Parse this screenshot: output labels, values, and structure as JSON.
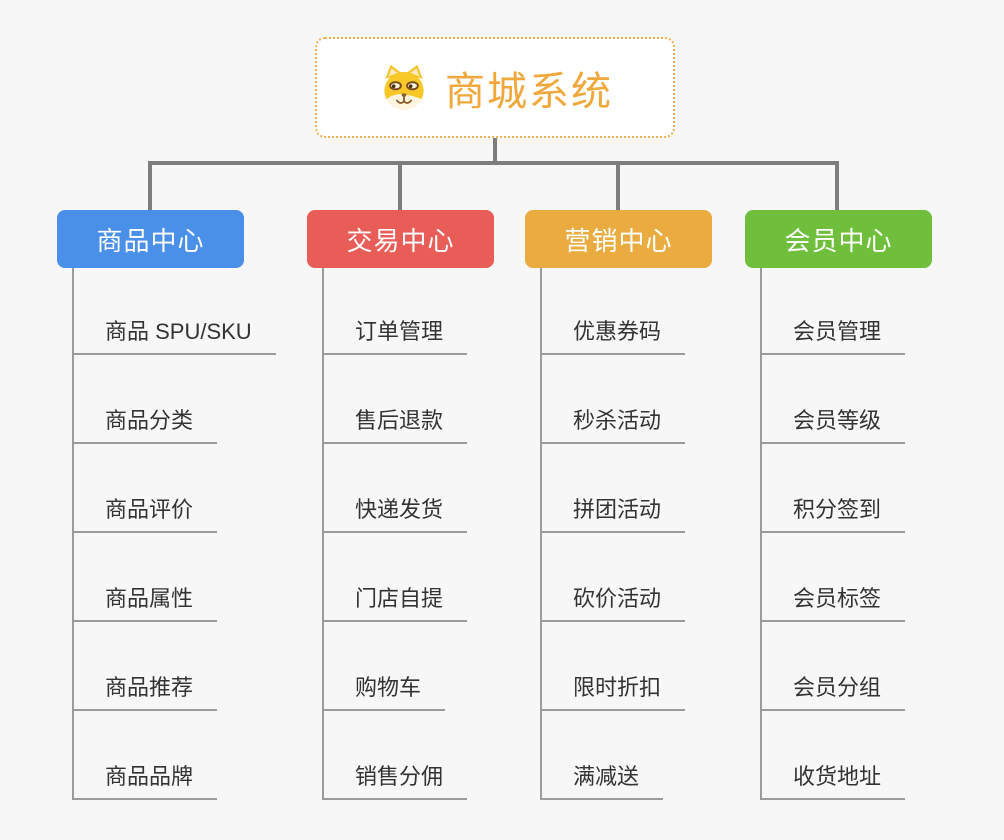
{
  "root": {
    "title": "商城系统",
    "icon": "dog-face-icon"
  },
  "branches": [
    {
      "label": "商品中心",
      "color": "#4a8fe8",
      "children": [
        "商品 SPU/SKU",
        "商品分类",
        "商品评价",
        "商品属性",
        "商品推荐",
        "商品品牌"
      ]
    },
    {
      "label": "交易中心",
      "color": "#e85d58",
      "children": [
        "订单管理",
        "售后退款",
        "快递发货",
        "门店自提",
        "购物车",
        "销售分佣"
      ]
    },
    {
      "label": "营销中心",
      "color": "#eaac40",
      "children": [
        "优惠券码",
        "秒杀活动",
        "拼团活动",
        "砍价活动",
        "限时折扣",
        "满减送"
      ]
    },
    {
      "label": "会员中心",
      "color": "#6fbe3c",
      "children": [
        "会员管理",
        "会员等级",
        "积分签到",
        "会员标签",
        "会员分组",
        "收货地址"
      ]
    }
  ],
  "colors": {
    "background": "#f7f7f7",
    "root_text": "#f0a73b",
    "root_border": "#f3ae4d",
    "connector": "#7e7e7e",
    "line": "#9b9b9b",
    "child_text": "#333333"
  }
}
